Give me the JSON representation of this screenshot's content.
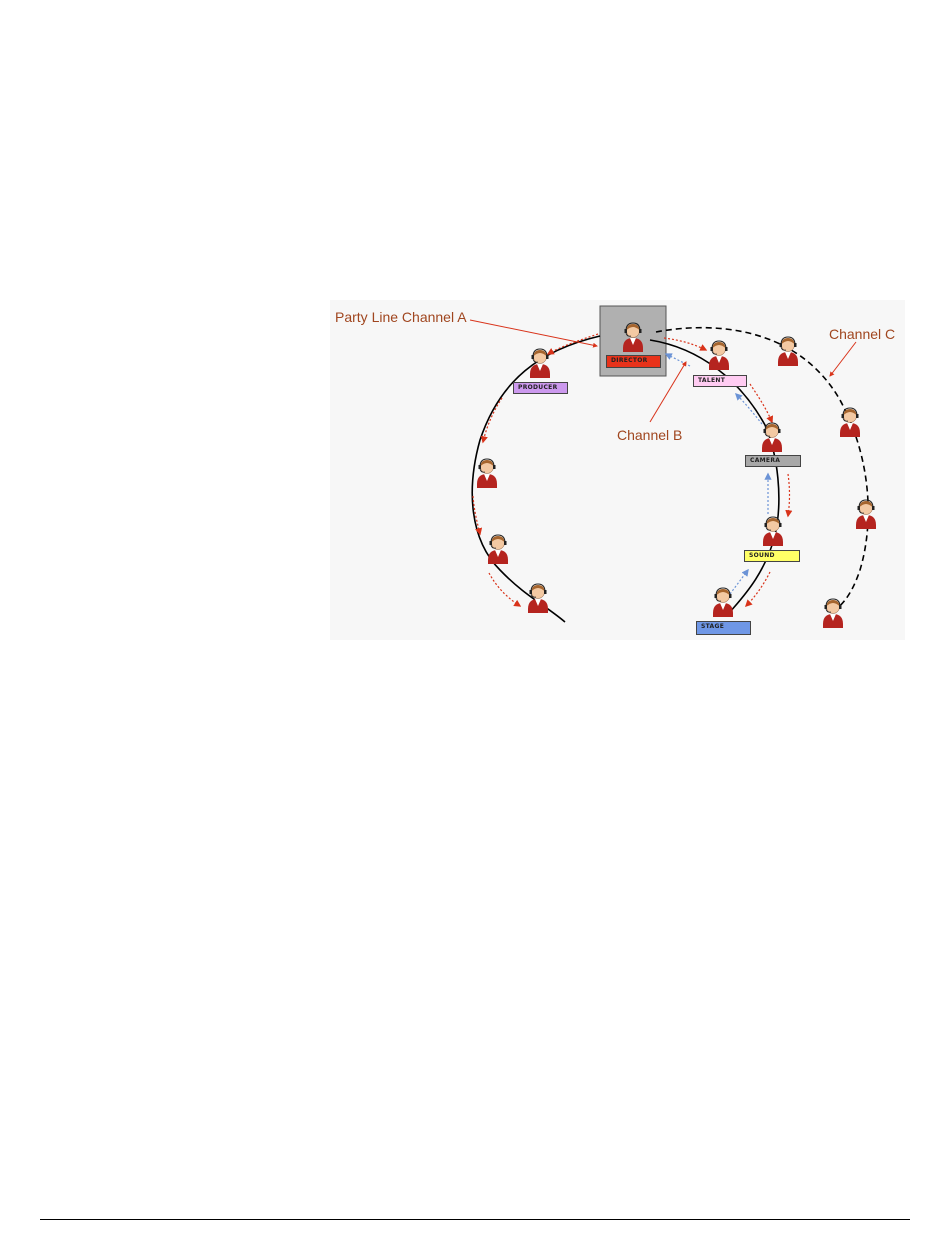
{
  "callouts": {
    "channel_a": "Party Line Channel A",
    "channel_b": "Channel B",
    "channel_c": "Channel C"
  },
  "stations": {
    "director": "DIRECTOR",
    "producer": "PRODUCER",
    "talent": "TALENT",
    "camera": "CAMERA",
    "sound": "SOUND",
    "stage": "STAGE"
  },
  "colors": {
    "director": "#e8321a",
    "producer": "#cc99ee",
    "talent": "#ffccf2",
    "camera": "#a8a8a8",
    "sound": "#ffff66",
    "stage": "#6f97e6",
    "arrow_red": "#d9331a",
    "arrow_blue": "#6b93d6",
    "callout_text": "#a0461f"
  },
  "icons": {
    "person": "headset-operator-icon"
  }
}
